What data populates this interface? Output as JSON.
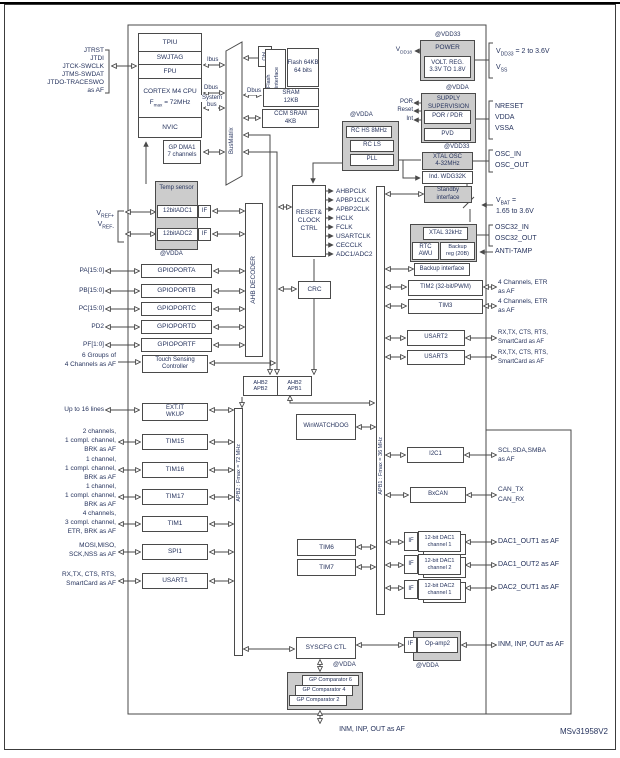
{
  "colors": {
    "text": "#26335d",
    "line": "#4a4a4a",
    "gray_fill": "#cccccc"
  },
  "title_code": "MSv31958V2",
  "cpu": {
    "tpiu": "TPIU",
    "swjtag": "SWJTAG",
    "fpu": "FPU",
    "cortex": "CORTEX M4 CPU",
    "fmax_pre": "F",
    "fmax_sub": "max",
    "fmax_post": " = 72MHz",
    "nvic": "NVIC"
  },
  "jtag": [
    "JTRST",
    "JTDI",
    "JTCK-SWCLK",
    "JTMS-SWDAT",
    "JTDO-TRACESWO",
    "as AF"
  ],
  "dma": [
    "GP DMA1",
    "7 channels"
  ],
  "busmatrix": "BusMatrix",
  "mem": {
    "obl": "Obl",
    "fif1": "Flash",
    "fif2": "interface",
    "flash": [
      "Flash 64KB",
      "64 bits"
    ],
    "sram": [
      "SRAM",
      "12KB"
    ],
    "ccm": [
      "CCM SRAM",
      "4KB"
    ]
  },
  "buslbl": {
    "ibus": "Ibus",
    "dbus": "Dbus",
    "system": "System",
    "bus": "bus",
    "dbus2": "Dbus"
  },
  "rcc": {
    "l1": "RESET&",
    "l2": "CLOCK",
    "l3": "CTRL",
    "outputs": [
      "AHBPCLK",
      "APBP1CLK",
      "APBP2CLK",
      "HCLK",
      "FCLK",
      "USARTCLK",
      "CECCLK",
      "ADC1/ADC2"
    ]
  },
  "rc": {
    "vdda": "@VDDA",
    "hs": "RC HS 8MHz",
    "ls": "RC LS",
    "pll": "PLL"
  },
  "pwr": {
    "at": "@VDD33",
    "title": "POWER",
    "reg": [
      "VOLT. REG.",
      "3.3V TO 1.8V"
    ],
    "vdd18_pre": "V",
    "vdd18_sub": "DD18"
  },
  "sup": {
    "at": "@VDDA",
    "t": [
      "SUPPLY",
      "SUPERVISION"
    ],
    "porpdr": "POR / PDR",
    "pvd": "PVD",
    "sig": [
      "POR",
      "Reset",
      "Int"
    ]
  },
  "osc": {
    "at": "@VDD33",
    "xtal": [
      "XTAL OSC",
      "4-32MHz"
    ],
    "wdg": "Ind. WDG32K",
    "standby": [
      "Standby",
      "interface"
    ]
  },
  "bkp": {
    "xtal": "XTAL 32kHz",
    "rtc": [
      "RTC",
      "AWU"
    ],
    "reg": [
      "Backup",
      "reg (20B)"
    ],
    "iface": "Backup interface"
  },
  "adc": {
    "temp": "Temp sensor",
    "a1": "12bitADC1",
    "a2": "12bitADC2",
    "if": "IF",
    "at": "@VDDA"
  },
  "vref": {
    "p_pre": "V",
    "p_sub": "REF+",
    "m_pre": "V",
    "m_sub": "REF-"
  },
  "decoder": "AHB DECODER",
  "crc": "CRC",
  "gpio": {
    "pins": [
      "PA[15:0]",
      "PB[15:0]",
      "PC[15:0]",
      "PD2",
      "PF[1:0]"
    ],
    "ports": [
      "GPIOPORTA",
      "GPIOPORTB",
      "GPIOPORTC",
      "GPIOPORTD",
      "GPIOPORTF"
    ],
    "touch_lbl": [
      "6 Groups of",
      "4 Channels as AF"
    ],
    "touch": [
      "Touch Sensing",
      "Controller"
    ]
  },
  "bridge": {
    "a": [
      "AHB2",
      "APB2"
    ],
    "b": [
      "AHB2",
      "APB1"
    ]
  },
  "apb2bus": "APB2 : Fmax = 72 MHz",
  "apb1bus": "APB1 : Fmax = 36 MHz",
  "exti": {
    "lbl": "Up to 16 lines",
    "box": [
      "EXT.IT",
      "WKUP"
    ]
  },
  "left_periph": [
    {
      "name": "TIM15",
      "lines": [
        "2 channels,",
        "1 compl. channel,",
        "BRK as AF"
      ]
    },
    {
      "name": "TIM16",
      "lines": [
        "1 channel,",
        "1 compl. channel,",
        "BRK as AF"
      ]
    },
    {
      "name": "TIM17",
      "lines": [
        "1 channel,",
        "1 compl. channel,",
        "BRK as AF"
      ]
    },
    {
      "name": "TIM1",
      "lines": [
        "4 channels,",
        "3 compl. channel,",
        "ETR, BRK as AF"
      ]
    },
    {
      "name": "SPI1",
      "lines": [
        "MOSI,MISO,",
        "SCK,NSS as AF"
      ]
    },
    {
      "name": "USART1",
      "lines": [
        "RX,TX, CTS, RTS,",
        "SmartCard as AF"
      ]
    }
  ],
  "wwdg": "WinWATCHDOG",
  "rp": {
    "tim2": "TIM2 (32-bit/PWM)",
    "tim3": "TIM3",
    "usart2": "USART2",
    "usart3": "USART3",
    "i2c1": "I2C1",
    "bxcan": "BxCAN",
    "tim6": "TIM6",
    "tim7": "TIM7"
  },
  "rpl": {
    "tim2": [
      "4 Channels, ETR",
      "as AF"
    ],
    "tim3": [
      "4 Channels, ETR",
      "as AF"
    ],
    "usart2": [
      "RX,TX, CTS, RTS,",
      "SmartCard as AF"
    ],
    "usart3": [
      "RX,TX, CTS, RTS,",
      "SmartCard as AF"
    ],
    "i2c1": [
      "SCL,SDA,SMBA",
      "as AF"
    ],
    "bxcan": [
      "CAN_TX",
      "CAN_RX"
    ],
    "dac": [
      "DAC1_OUT1 as AF",
      "DAC1_OUT2 as AF",
      "DAC2_OUT1 as AF"
    ],
    "opamp": "INM, INP, OUT as AF"
  },
  "dac": {
    "if": "IF",
    "d11": [
      "12-bit DAC1",
      "channel 1"
    ],
    "d12": [
      "12-bit DAC1",
      "channel 2"
    ],
    "d21": [
      "12-bit DAC2",
      "channel 1"
    ]
  },
  "syscfg": "SYSCFG CTL",
  "opamp": {
    "if": "IF",
    "name": "Op-amp2",
    "at": "@VDDA"
  },
  "comp": {
    "at": "@VDDA",
    "c": [
      "GP Comparator 6",
      "GP Comparator 4",
      "GP Comparator 2"
    ]
  },
  "pins": {
    "vdd33": {
      "pre": "V",
      "sub": "DD33",
      "post": " = 2 to 3.6V"
    },
    "vss": {
      "pre": "V",
      "sub": "SS"
    },
    "nreset": "NRESET",
    "vdda": "VDDA",
    "vssa": "VSSA",
    "oscin": "OSC_IN",
    "oscout": "OSC_OUT",
    "vbat": {
      "pre": "V",
      "sub": "BAT",
      "post": " ="
    },
    "vbat2": "1.65 to 3.6V",
    "osc32in": "OSC32_IN",
    "osc32out": "OSC32_OUT",
    "antitamp": "ANTI-TAMP"
  },
  "bottom_lbl": "INM, INP, OUT as AF"
}
